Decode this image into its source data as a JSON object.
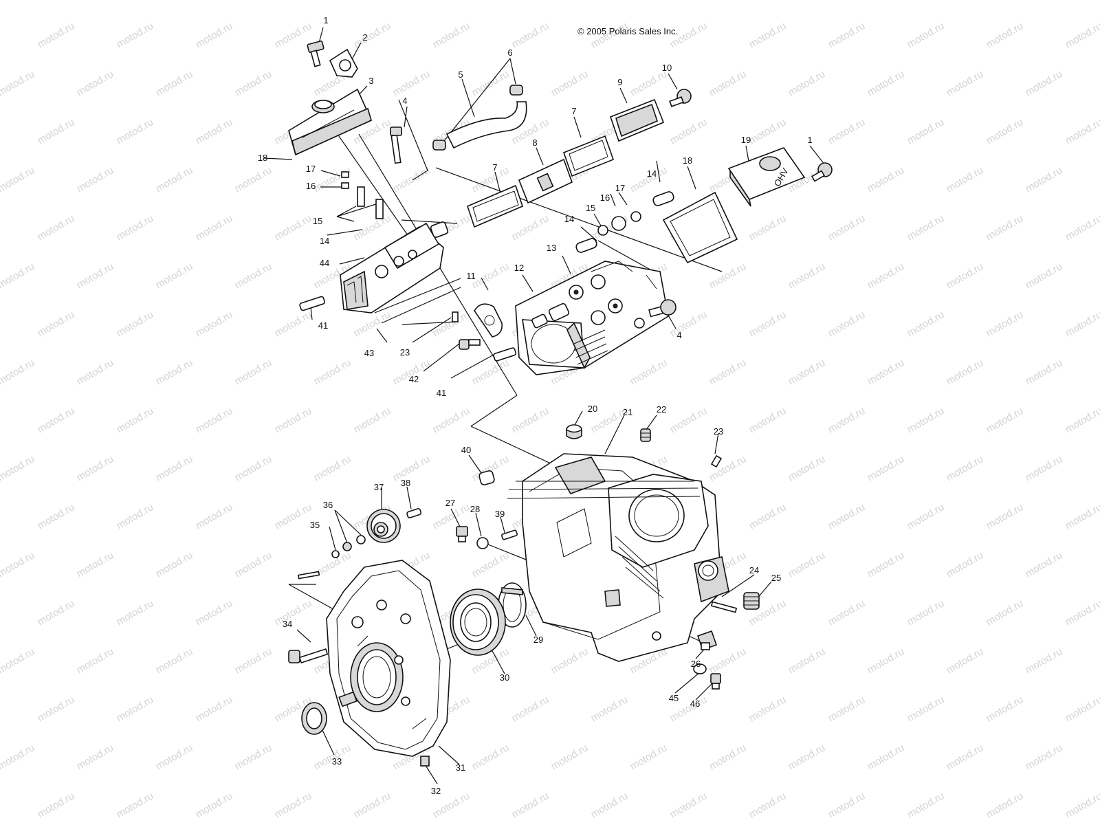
{
  "copyright": "© 2005 Polaris Sales Inc.",
  "watermark": "motod.ru",
  "callouts": [
    {
      "id": "c1a",
      "text": "1"
    },
    {
      "id": "c2",
      "text": "2"
    },
    {
      "id": "c3",
      "text": "3"
    },
    {
      "id": "c4a",
      "text": "4"
    },
    {
      "id": "c5",
      "text": "5"
    },
    {
      "id": "c6",
      "text": "6"
    },
    {
      "id": "c7a",
      "text": "7"
    },
    {
      "id": "c7b",
      "text": "7"
    },
    {
      "id": "c8",
      "text": "8"
    },
    {
      "id": "c9",
      "text": "9"
    },
    {
      "id": "c10",
      "text": "10"
    },
    {
      "id": "c1b",
      "text": "1"
    },
    {
      "id": "c19",
      "text": "19"
    },
    {
      "id": "c18a",
      "text": "18"
    },
    {
      "id": "c18b",
      "text": "18"
    },
    {
      "id": "c17a",
      "text": "17"
    },
    {
      "id": "c16a",
      "text": "16"
    },
    {
      "id": "c15a",
      "text": "15"
    },
    {
      "id": "c14a",
      "text": "14"
    },
    {
      "id": "c44",
      "text": "44"
    },
    {
      "id": "c41a",
      "text": "41"
    },
    {
      "id": "c43",
      "text": "43"
    },
    {
      "id": "c23a",
      "text": "23"
    },
    {
      "id": "c11",
      "text": "11"
    },
    {
      "id": "c12",
      "text": "12"
    },
    {
      "id": "c13",
      "text": "13"
    },
    {
      "id": "c14b",
      "text": "14"
    },
    {
      "id": "c15b",
      "text": "15"
    },
    {
      "id": "c16b",
      "text": "16"
    },
    {
      "id": "c17b",
      "text": "17"
    },
    {
      "id": "c14c",
      "text": "14"
    },
    {
      "id": "c4b",
      "text": "4"
    },
    {
      "id": "c42",
      "text": "42"
    },
    {
      "id": "c41b",
      "text": "41"
    },
    {
      "id": "c20",
      "text": "20"
    },
    {
      "id": "c21",
      "text": "21"
    },
    {
      "id": "c22",
      "text": "22"
    },
    {
      "id": "c23b",
      "text": "23"
    },
    {
      "id": "c40",
      "text": "40"
    },
    {
      "id": "c37",
      "text": "37"
    },
    {
      "id": "c38",
      "text": "38"
    },
    {
      "id": "c27",
      "text": "27"
    },
    {
      "id": "c28",
      "text": "28"
    },
    {
      "id": "c39",
      "text": "39"
    },
    {
      "id": "c36",
      "text": "36"
    },
    {
      "id": "c35",
      "text": "35"
    },
    {
      "id": "c24",
      "text": "24"
    },
    {
      "id": "c25",
      "text": "25"
    },
    {
      "id": "c34",
      "text": "34"
    },
    {
      "id": "c29",
      "text": "29"
    },
    {
      "id": "c30",
      "text": "30"
    },
    {
      "id": "c26",
      "text": "26"
    },
    {
      "id": "c45",
      "text": "45"
    },
    {
      "id": "c46",
      "text": "46"
    },
    {
      "id": "c33",
      "text": "33"
    },
    {
      "id": "c31",
      "text": "31"
    },
    {
      "id": "c32",
      "text": "32"
    }
  ],
  "cover_mark": "OHV"
}
